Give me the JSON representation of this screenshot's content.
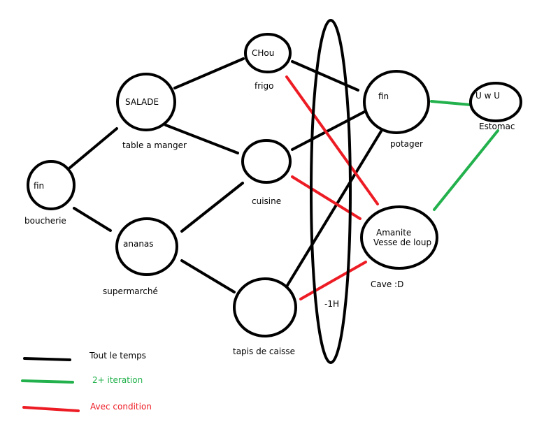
{
  "colors": {
    "black": "#000000",
    "green": "#22b14c",
    "red": "#ed1c24"
  },
  "nodes": {
    "boucherie": {
      "inner": "fin",
      "caption": "boucherie"
    },
    "salade": {
      "inner": "SALADE",
      "caption": "table a manger"
    },
    "ananas": {
      "inner": "ananas",
      "caption": "supermarché"
    },
    "chou": {
      "inner": "CHou",
      "caption": "frigo"
    },
    "cuisine": {
      "inner": "",
      "caption": "cuisine"
    },
    "tapis": {
      "inner": "",
      "caption": "tapis de caisse"
    },
    "potager": {
      "inner": "fin",
      "caption": "potager"
    },
    "amanite": {
      "inner_line1": "Amanite",
      "inner_line2": "Vesse de loup",
      "caption": "Cave :D"
    },
    "estomac": {
      "inner": "U w U",
      "caption": "Estomac"
    },
    "ellipse": {
      "caption": "-1H"
    }
  },
  "legend": {
    "black_label": "Tout le temps",
    "green_label": "2+ iteration",
    "red_label": "Avec condition"
  }
}
